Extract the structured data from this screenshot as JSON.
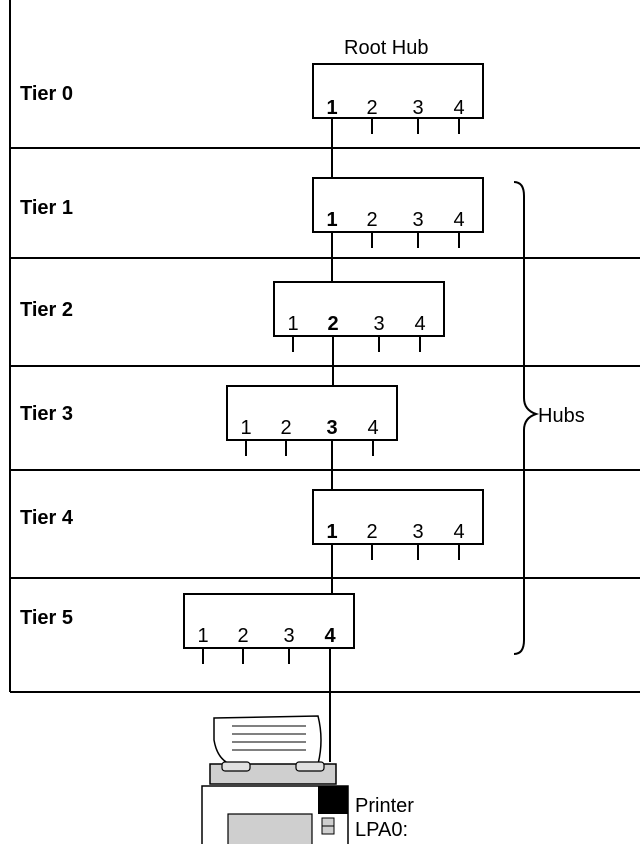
{
  "root_hub_label": "Root Hub",
  "hubs_label": "Hubs",
  "printer": {
    "name": "Printer",
    "device": "LPA0:"
  },
  "tiers": [
    {
      "label": "Tier 0",
      "ports": [
        "1",
        "2",
        "3",
        "4"
      ],
      "active_port": 0
    },
    {
      "label": "Tier 1",
      "ports": [
        "1",
        "2",
        "3",
        "4"
      ],
      "active_port": 0
    },
    {
      "label": "Tier 2",
      "ports": [
        "1",
        "2",
        "3",
        "4"
      ],
      "active_port": 1
    },
    {
      "label": "Tier 3",
      "ports": [
        "1",
        "2",
        "3",
        "4"
      ],
      "active_port": 2
    },
    {
      "label": "Tier 4",
      "ports": [
        "1",
        "2",
        "3",
        "4"
      ],
      "active_port": 0
    },
    {
      "label": "Tier 5",
      "ports": [
        "1",
        "2",
        "3",
        "4"
      ],
      "active_port": 3
    }
  ]
}
